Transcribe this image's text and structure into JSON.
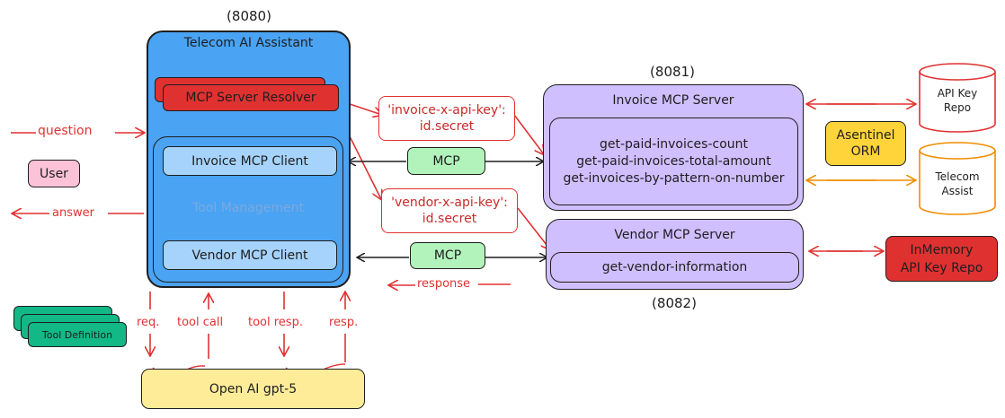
{
  "assistant": {
    "port": "(8080)",
    "title": "Telecom AI Assistant",
    "resolver_label": "MCP Server Resolver",
    "tool_management_label": "Tool Management",
    "invoice_client_label": "Invoice MCP Client",
    "vendor_client_label": "Vendor MCP Client"
  },
  "user": {
    "label": "User",
    "question_label": "question",
    "answer_label": "answer"
  },
  "invoice_server": {
    "port": "(8081)",
    "title": "Invoice MCP Server",
    "tools": [
      "get-paid-invoices-count",
      "get-paid-invoices-total-amount",
      "get-invoices-by-pattern-on-number"
    ]
  },
  "vendor_server": {
    "port": "(8082)",
    "title": "Vendor MCP Server",
    "tools": [
      "get-vendor-information"
    ]
  },
  "connections": {
    "mcp_label": "MCP",
    "response_label": "response"
  },
  "api_keys": {
    "invoice_key": "'invoice-x-api-key':",
    "vendor_key": "'vendor-x-api-key':",
    "secret_value": "id.secret"
  },
  "storage": {
    "api_key_repo": [
      "API Key",
      "Repo"
    ],
    "orm": [
      "Asentinel",
      "ORM"
    ],
    "telecom_db": [
      "Telecom",
      "Assist"
    ],
    "inmemory_repo": [
      "InMemory",
      "API Key Repo"
    ]
  },
  "llm": {
    "tool_definition_label": "Tool Definition",
    "req_label": "req.",
    "tool_call_label": "tool call",
    "tool_resp_label": "tool resp.",
    "resp_label": "resp.",
    "model_label": "Open AI gpt-5"
  },
  "colors": {
    "assistant_blue": "#4aa3f3",
    "client_blue": "#a5d3fb",
    "server_purple": "#d0bfff",
    "mcp_green": "#b2f2bb",
    "resolver_red": "#e03131",
    "arrow_red": "#e03131",
    "arrow_orange": "#f08c00",
    "openai_yellow": "#ffec99",
    "orm_yellow": "#ffd43b",
    "user_pink": "#fcc2d7",
    "tooldef_teal": "#12b886"
  }
}
